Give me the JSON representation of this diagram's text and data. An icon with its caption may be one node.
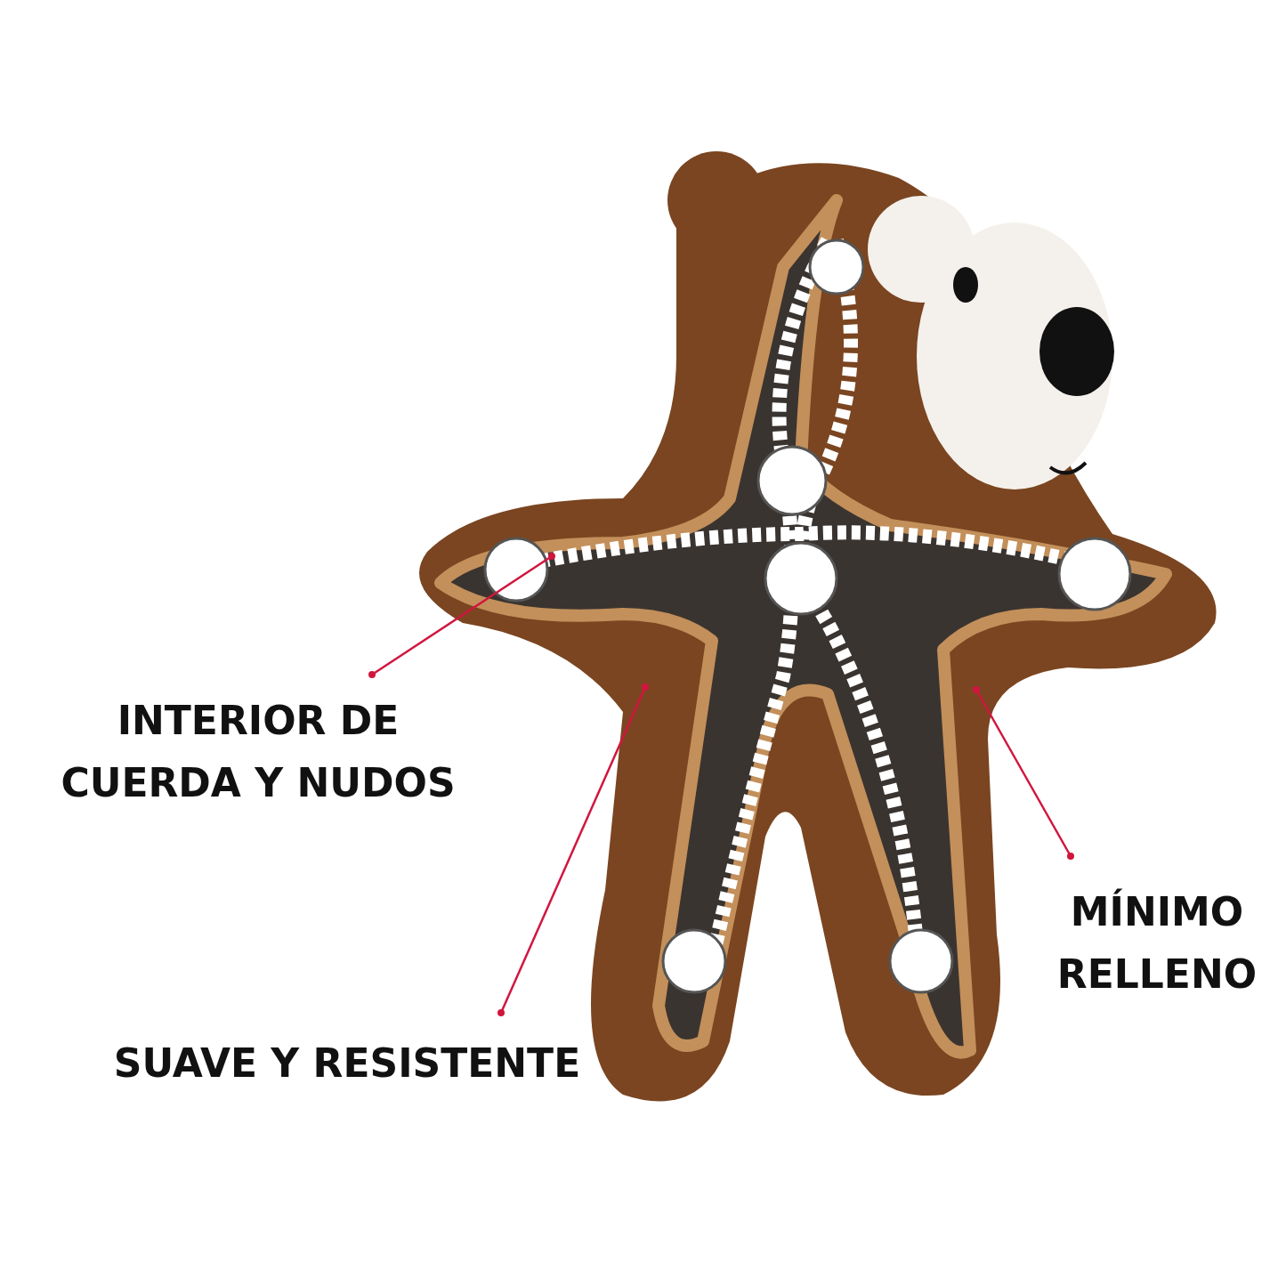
{
  "diagram": {
    "nodes": [
      {
        "text": [
          "INTERIOR DE CUERDA Y NUDOS"
        ]
      },
      {
        "text": [
          "SUAVE Y RESISTENTE"
        ]
      },
      {
        "text": [
          "MÍNIMO RELLENO"
        ]
      }
    ],
    "edges": [
      {
        "from": 0,
        "to": null,
        "arrow": "other"
      },
      {
        "from": 1,
        "to": null,
        "arrow": "other"
      },
      {
        "from": 2,
        "to": null,
        "arrow": "other"
      }
    ]
  }
}
